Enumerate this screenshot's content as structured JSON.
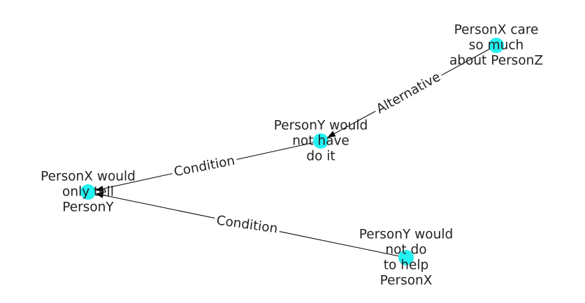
{
  "diagram": {
    "node_color": "#22f2f2",
    "edge_color": "#000000",
    "nodes": [
      {
        "id": "n1",
        "lines": [
          "PersonX care",
          "so much",
          "about PersonZ"
        ]
      },
      {
        "id": "n2",
        "lines": [
          "PersonY would",
          "not have",
          "do it"
        ]
      },
      {
        "id": "n3",
        "lines": [
          "PersonX would",
          "only tell",
          "PersonY"
        ]
      },
      {
        "id": "n4",
        "lines": [
          "PersonY would",
          "not do",
          "to help",
          "PersonX"
        ]
      }
    ],
    "edges": [
      {
        "id": "e1",
        "from": "n1",
        "to": "n2",
        "label": "Alternative"
      },
      {
        "id": "e2",
        "from": "n2",
        "to": "n3",
        "label": "Condition"
      },
      {
        "id": "e3",
        "from": "n4",
        "to": "n3",
        "label": "Condition"
      }
    ]
  }
}
